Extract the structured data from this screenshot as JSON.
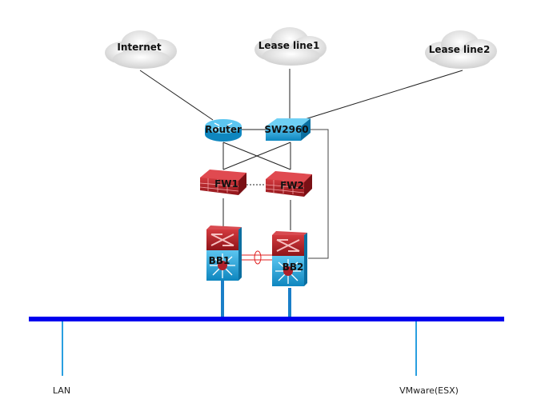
{
  "nodes": {
    "internet": "Internet",
    "lease1": "Lease line1",
    "lease2": "Lease line2",
    "router": "Router",
    "switch": "SW2960",
    "fw1": "FW1",
    "fw2": "FW2",
    "bb1": "BB1",
    "bb2": "BB2",
    "lan": "LAN",
    "vmware": "VMware(ESX)"
  },
  "colors": {
    "bus": "#0000ee",
    "drop": "#2a9fe0",
    "firewall": "#b8202a",
    "device": "#1ea0d8"
  }
}
